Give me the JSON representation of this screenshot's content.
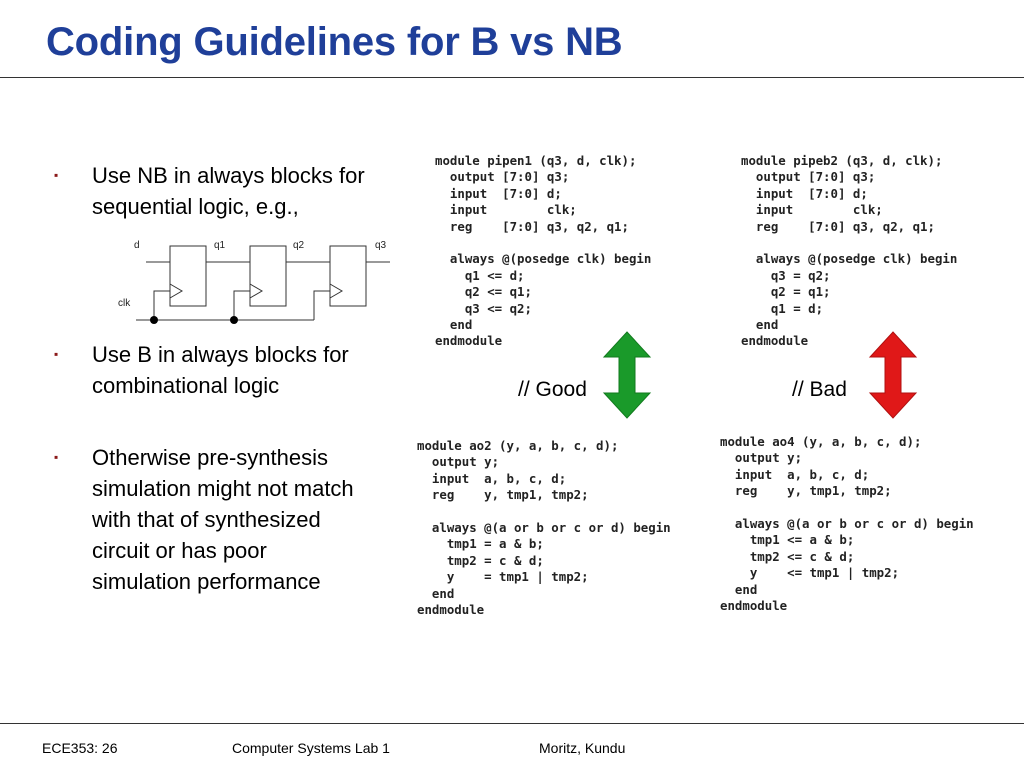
{
  "slide": {
    "title": "Coding Guidelines for B vs NB"
  },
  "bullets": [
    {
      "marker": "▪",
      "text": "Use NB in always blocks for\nsequential logic, e.g.,"
    },
    {
      "marker": "▪",
      "text": "Use B in always blocks for\ncombinational logic"
    },
    {
      "marker": "▪",
      "text": "Otherwise pre-synthesis\nsimulation might not match\nwith that of synthesized\ncircuit or has poor\nsimulation performance"
    }
  ],
  "circuit": {
    "labels": {
      "d": "d",
      "q1": "q1",
      "q2": "q2",
      "q3": "q3",
      "clk": "clk"
    }
  },
  "code": {
    "pipen1": "module pipen1 (q3, d, clk);\n  output [7:0] q3;\n  input  [7:0] d;\n  input        clk;\n  reg    [7:0] q3, q2, q1;\n\n  always @(posedge clk) begin\n    q1 <= d;\n    q2 <= q1;\n    q3 <= q2;\n  end\nendmodule",
    "pipeb2": "module pipeb2 (q3, d, clk);\n  output [7:0] q3;\n  input  [7:0] d;\n  input        clk;\n  reg    [7:0] q3, q2, q1;\n\n  always @(posedge clk) begin\n    q3 = q2;\n    q2 = q1;\n    q1 = d;\n  end\nendmodule",
    "ao2": "module ao2 (y, a, b, c, d);\n  output y;\n  input  a, b, c, d;\n  reg    y, tmp1, tmp2;\n\n  always @(a or b or c or d) begin\n    tmp1 = a & b;\n    tmp2 = c & d;\n    y    = tmp1 | tmp2;\n  end\nendmodule",
    "ao4": "module ao4 (y, a, b, c, d);\n  output y;\n  input  a, b, c, d;\n  reg    y, tmp1, tmp2;\n\n  always @(a or b or c or d) begin\n    tmp1 <= a & b;\n    tmp2 <= c & d;\n    y    <= tmp1 | tmp2;\n  end\nendmodule"
  },
  "annotations": {
    "good": "// Good",
    "bad": "// Bad"
  },
  "arrows": {
    "good_color": "#1a9a2a",
    "bad_color": "#e01818"
  },
  "footer": {
    "course": "ECE353: 26",
    "lab": "Computer Systems Lab 1",
    "authors": "Moritz, Kundu"
  },
  "colors": {
    "title": "#1f3f99",
    "bullet_marker": "#8b1a1a"
  }
}
